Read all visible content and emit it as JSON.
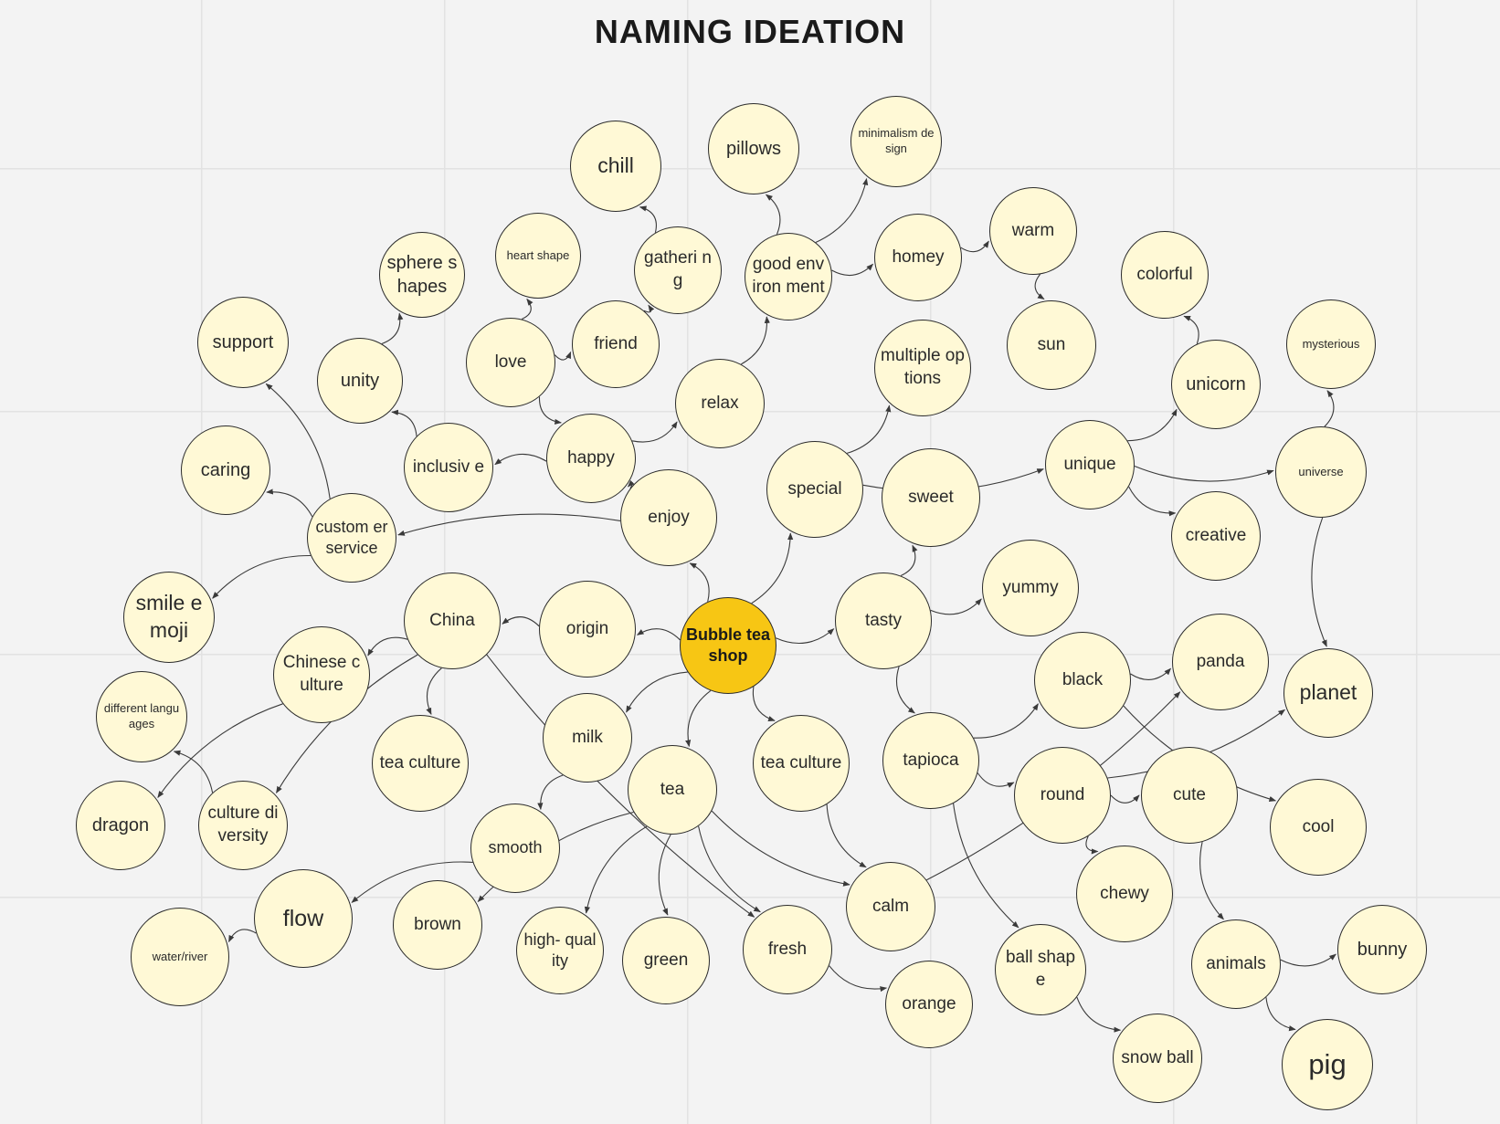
{
  "title": "NAMING IDEATION",
  "colors": {
    "node_fill": "#fff9d6",
    "center_fill": "#f7c614",
    "edge": "#3a3a3a"
  },
  "nodes": [
    {
      "id": "bubble",
      "label": "Bubble teashop",
      "center": true
    },
    {
      "id": "chill",
      "label": "chill"
    },
    {
      "id": "pillows",
      "label": "pillows"
    },
    {
      "id": "minimalism",
      "label": "minimalism design"
    },
    {
      "id": "heart",
      "label": "heart shape"
    },
    {
      "id": "gathering",
      "label": "gatheri ng"
    },
    {
      "id": "goodenv",
      "label": "good environ ment"
    },
    {
      "id": "homey",
      "label": "homey"
    },
    {
      "id": "warm",
      "label": "warm"
    },
    {
      "id": "sphere",
      "label": "sphere shapes"
    },
    {
      "id": "support",
      "label": "support"
    },
    {
      "id": "unity",
      "label": "unity"
    },
    {
      "id": "love",
      "label": "love"
    },
    {
      "id": "friend",
      "label": "friend"
    },
    {
      "id": "colorful",
      "label": "colorful"
    },
    {
      "id": "sun",
      "label": "sun"
    },
    {
      "id": "mysterious",
      "label": "mysterious"
    },
    {
      "id": "multiple",
      "label": "multiple options"
    },
    {
      "id": "relax",
      "label": "relax"
    },
    {
      "id": "unicorn",
      "label": "unicorn"
    },
    {
      "id": "caring",
      "label": "caring"
    },
    {
      "id": "inclusive",
      "label": "inclusiv e"
    },
    {
      "id": "happy",
      "label": "happy"
    },
    {
      "id": "unique",
      "label": "unique"
    },
    {
      "id": "universe",
      "label": "universe"
    },
    {
      "id": "special",
      "label": "special"
    },
    {
      "id": "sweet",
      "label": "sweet"
    },
    {
      "id": "custservice",
      "label": "custom er service"
    },
    {
      "id": "enjoy",
      "label": "enjoy"
    },
    {
      "id": "creative",
      "label": "creative"
    },
    {
      "id": "yummy",
      "label": "yummy"
    },
    {
      "id": "smile",
      "label": "smile emoji"
    },
    {
      "id": "china",
      "label": "China"
    },
    {
      "id": "origin",
      "label": "origin"
    },
    {
      "id": "tasty",
      "label": "tasty"
    },
    {
      "id": "chineseculture",
      "label": "Chinese culture"
    },
    {
      "id": "panda",
      "label": "panda"
    },
    {
      "id": "black",
      "label": "black"
    },
    {
      "id": "planet",
      "label": "planet"
    },
    {
      "id": "difflang",
      "label": "different languages"
    },
    {
      "id": "milk",
      "label": "milk"
    },
    {
      "id": "teaculture1",
      "label": "tea culture"
    },
    {
      "id": "teaculture2",
      "label": "tea culture"
    },
    {
      "id": "tapioca",
      "label": "tapioca"
    },
    {
      "id": "tea",
      "label": "tea"
    },
    {
      "id": "round",
      "label": "round"
    },
    {
      "id": "cute",
      "label": "cute"
    },
    {
      "id": "cool",
      "label": "cool"
    },
    {
      "id": "dragon",
      "label": "dragon"
    },
    {
      "id": "culturediv",
      "label": "culture diversity"
    },
    {
      "id": "smooth",
      "label": "smooth"
    },
    {
      "id": "chewy",
      "label": "chewy"
    },
    {
      "id": "calm",
      "label": "calm"
    },
    {
      "id": "flow",
      "label": "flow"
    },
    {
      "id": "brown",
      "label": "brown"
    },
    {
      "id": "highquality",
      "label": "high- quality"
    },
    {
      "id": "green",
      "label": "green"
    },
    {
      "id": "fresh",
      "label": "fresh"
    },
    {
      "id": "bunny",
      "label": "bunny"
    },
    {
      "id": "waterriver",
      "label": "water/river"
    },
    {
      "id": "ballshape",
      "label": "ball shape"
    },
    {
      "id": "animals",
      "label": "animals"
    },
    {
      "id": "orange",
      "label": "orange"
    },
    {
      "id": "snowball",
      "label": "snow ball"
    },
    {
      "id": "pig",
      "label": "pig"
    }
  ],
  "edges": [
    [
      "bubble",
      "enjoy"
    ],
    [
      "bubble",
      "special"
    ],
    [
      "bubble",
      "origin"
    ],
    [
      "bubble",
      "tasty"
    ],
    [
      "bubble",
      "milk"
    ],
    [
      "bubble",
      "tea"
    ],
    [
      "bubble",
      "teaculture2"
    ],
    [
      "enjoy",
      "happy"
    ],
    [
      "enjoy",
      "custservice"
    ],
    [
      "happy",
      "inclusive"
    ],
    [
      "happy",
      "relax"
    ],
    [
      "love",
      "happy"
    ],
    [
      "love",
      "friend"
    ],
    [
      "love",
      "heart"
    ],
    [
      "friend",
      "gathering"
    ],
    [
      "gathering",
      "chill"
    ],
    [
      "relax",
      "goodenv"
    ],
    [
      "goodenv",
      "pillows"
    ],
    [
      "goodenv",
      "minimalism"
    ],
    [
      "goodenv",
      "homey"
    ],
    [
      "homey",
      "warm"
    ],
    [
      "warm",
      "sun"
    ],
    [
      "inclusive",
      "unity"
    ],
    [
      "unity",
      "sphere"
    ],
    [
      "custservice",
      "support"
    ],
    [
      "custservice",
      "caring"
    ],
    [
      "custservice",
      "smile"
    ],
    [
      "special",
      "multiple"
    ],
    [
      "special",
      "unique"
    ],
    [
      "unique",
      "unicorn"
    ],
    [
      "unique",
      "creative"
    ],
    [
      "unique",
      "universe"
    ],
    [
      "unicorn",
      "colorful"
    ],
    [
      "universe",
      "mysterious"
    ],
    [
      "universe",
      "planet"
    ],
    [
      "tasty",
      "sweet"
    ],
    [
      "tasty",
      "yummy"
    ],
    [
      "tasty",
      "tapioca"
    ],
    [
      "tapioca",
      "black"
    ],
    [
      "tapioca",
      "round"
    ],
    [
      "tapioca",
      "ballshape"
    ],
    [
      "black",
      "cool"
    ],
    [
      "black",
      "panda"
    ],
    [
      "round",
      "planet"
    ],
    [
      "round",
      "cute"
    ],
    [
      "round",
      "chewy"
    ],
    [
      "cute",
      "animals"
    ],
    [
      "calm",
      "panda"
    ],
    [
      "animals",
      "bunny"
    ],
    [
      "animals",
      "pig"
    ],
    [
      "ballshape",
      "snowball"
    ],
    [
      "origin",
      "china"
    ],
    [
      "china",
      "chineseculture"
    ],
    [
      "china",
      "teaculture1"
    ],
    [
      "china",
      "culturediv"
    ],
    [
      "china",
      "fresh"
    ],
    [
      "chineseculture",
      "dragon"
    ],
    [
      "culturediv",
      "difflang"
    ],
    [
      "milk",
      "smooth"
    ],
    [
      "smooth",
      "flow"
    ],
    [
      "flow",
      "waterriver"
    ],
    [
      "tea",
      "brown"
    ],
    [
      "tea",
      "highquality"
    ],
    [
      "tea",
      "green"
    ],
    [
      "tea",
      "fresh"
    ],
    [
      "tea",
      "calm"
    ],
    [
      "teaculture2",
      "calm"
    ],
    [
      "fresh",
      "orange"
    ]
  ]
}
